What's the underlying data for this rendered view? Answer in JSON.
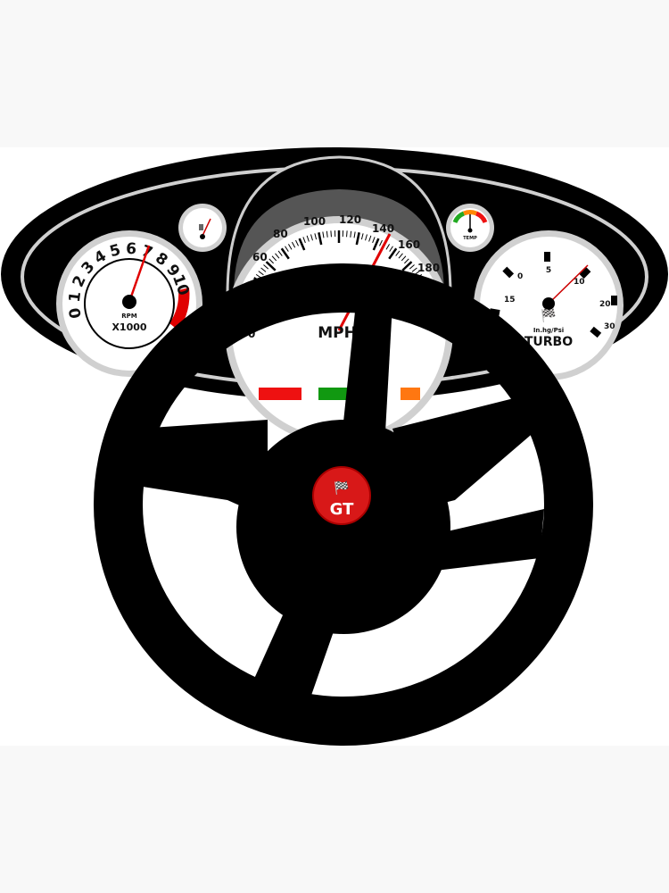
{
  "colors": {
    "background_band": "#f8f8f8",
    "canvas": "#ffffff",
    "dash": "#000000",
    "gauge_face": "#ffffff",
    "bezel": "#cfcfcf",
    "needle": "#e00000",
    "badge": "#d81818",
    "light_red": "#ee1111",
    "light_green": "#119911",
    "light_orange": "#ff7711"
  },
  "tachometer": {
    "ticks": [
      "0",
      "1",
      "2",
      "3",
      "4",
      "5",
      "6",
      "7",
      "8",
      "9",
      "10"
    ],
    "unit": "RPM",
    "multiplier": "X1000",
    "needle_value": 7.2
  },
  "speedometer": {
    "ticks": [
      "0",
      "60",
      "80",
      "100",
      "120",
      "140",
      "160",
      "180"
    ],
    "unit": "MPH",
    "needle_value": 145
  },
  "fuel_gauge": {
    "icon": "fuel-pump-icon"
  },
  "temp_gauge": {
    "label": "TEMP"
  },
  "turbo_gauge": {
    "ticks": [
      "0",
      "5",
      "10",
      "15",
      "20",
      "30"
    ],
    "unit": "In.hg/Psi",
    "label": "TURBO",
    "icon": "checkered-flags-icon"
  },
  "badge": {
    "text": "GT",
    "icon": "checkered-flags-icon"
  }
}
